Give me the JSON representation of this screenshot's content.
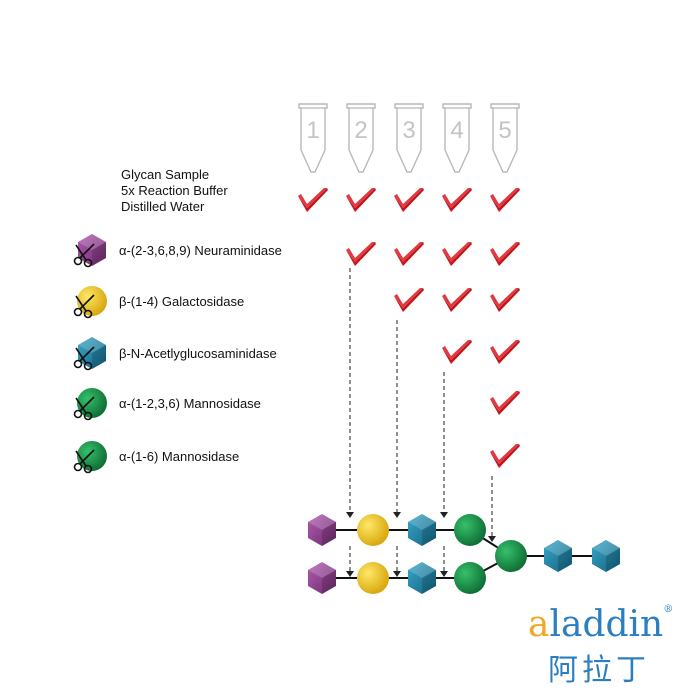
{
  "tubes": [
    "1",
    "2",
    "3",
    "4",
    "5"
  ],
  "reagents": [
    "Glycan Sample",
    "5x Reaction Buffer",
    "Distilled Water"
  ],
  "enzymes": [
    {
      "label": "α-(2-3,6,8,9) Neuraminidase",
      "icon": "purple-cube-scissors-icon",
      "color": "#8e3b8d",
      "tubes": [
        2,
        3,
        4,
        5
      ]
    },
    {
      "label": "β-(1-4) Galactosidase",
      "icon": "yellow-sphere-scissors-icon",
      "color": "#f0c419",
      "tubes": [
        3,
        4,
        5
      ]
    },
    {
      "label": "β-N-Acetlyglucosaminidase",
      "icon": "blue-cube-scissors-icon",
      "color": "#1c82a6",
      "tubes": [
        4,
        5
      ]
    },
    {
      "label": "α-(1-2,3,6) Mannosidase",
      "icon": "green-sphere-scissors-icon",
      "color": "#1a9a4b",
      "tubes": [
        5
      ]
    },
    {
      "label": "α-(1-6) Mannosidase",
      "icon": "green-sphere-scissors-icon",
      "color": "#1a9a4b",
      "tubes": [
        5
      ]
    }
  ],
  "check_color": "#c4151c",
  "logo": {
    "en_a": "a",
    "en_rest": "laddin",
    "reg": "®",
    "cn": "阿拉丁",
    "color": "#2b7fc1",
    "accent": "#f2a623"
  }
}
